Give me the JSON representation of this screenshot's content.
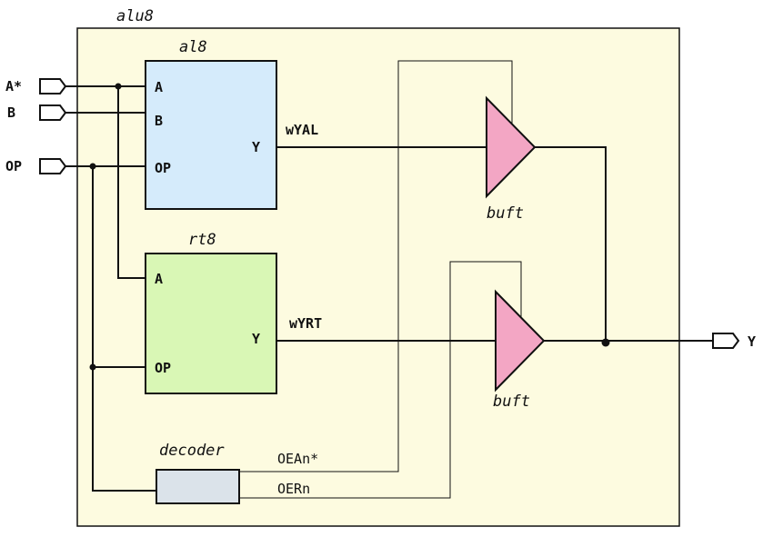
{
  "module": {
    "name": "alu8",
    "fill": "#fdfbe0"
  },
  "ports": {
    "inputs": [
      "A*",
      "B",
      "OP"
    ],
    "output": "Y"
  },
  "blocks": {
    "al8": {
      "name": "al8",
      "fill": "#d5ebfb",
      "pins": {
        "a": "A",
        "b": "B",
        "op": "OP",
        "y": "Y"
      }
    },
    "rt8": {
      "name": "rt8",
      "fill": "#d9f7b5",
      "pins": {
        "a": "A",
        "op": "OP",
        "y": "Y"
      }
    },
    "decoder": {
      "name": "decoder",
      "fill": "#dbe3ea"
    }
  },
  "buffers": {
    "top": "buft",
    "bottom": "buft",
    "fill": "#f3a6c4"
  },
  "signals": {
    "wyal": "wYAL",
    "wyrt": "wYRT",
    "oean": "OEAn*",
    "oern": "OERn"
  }
}
